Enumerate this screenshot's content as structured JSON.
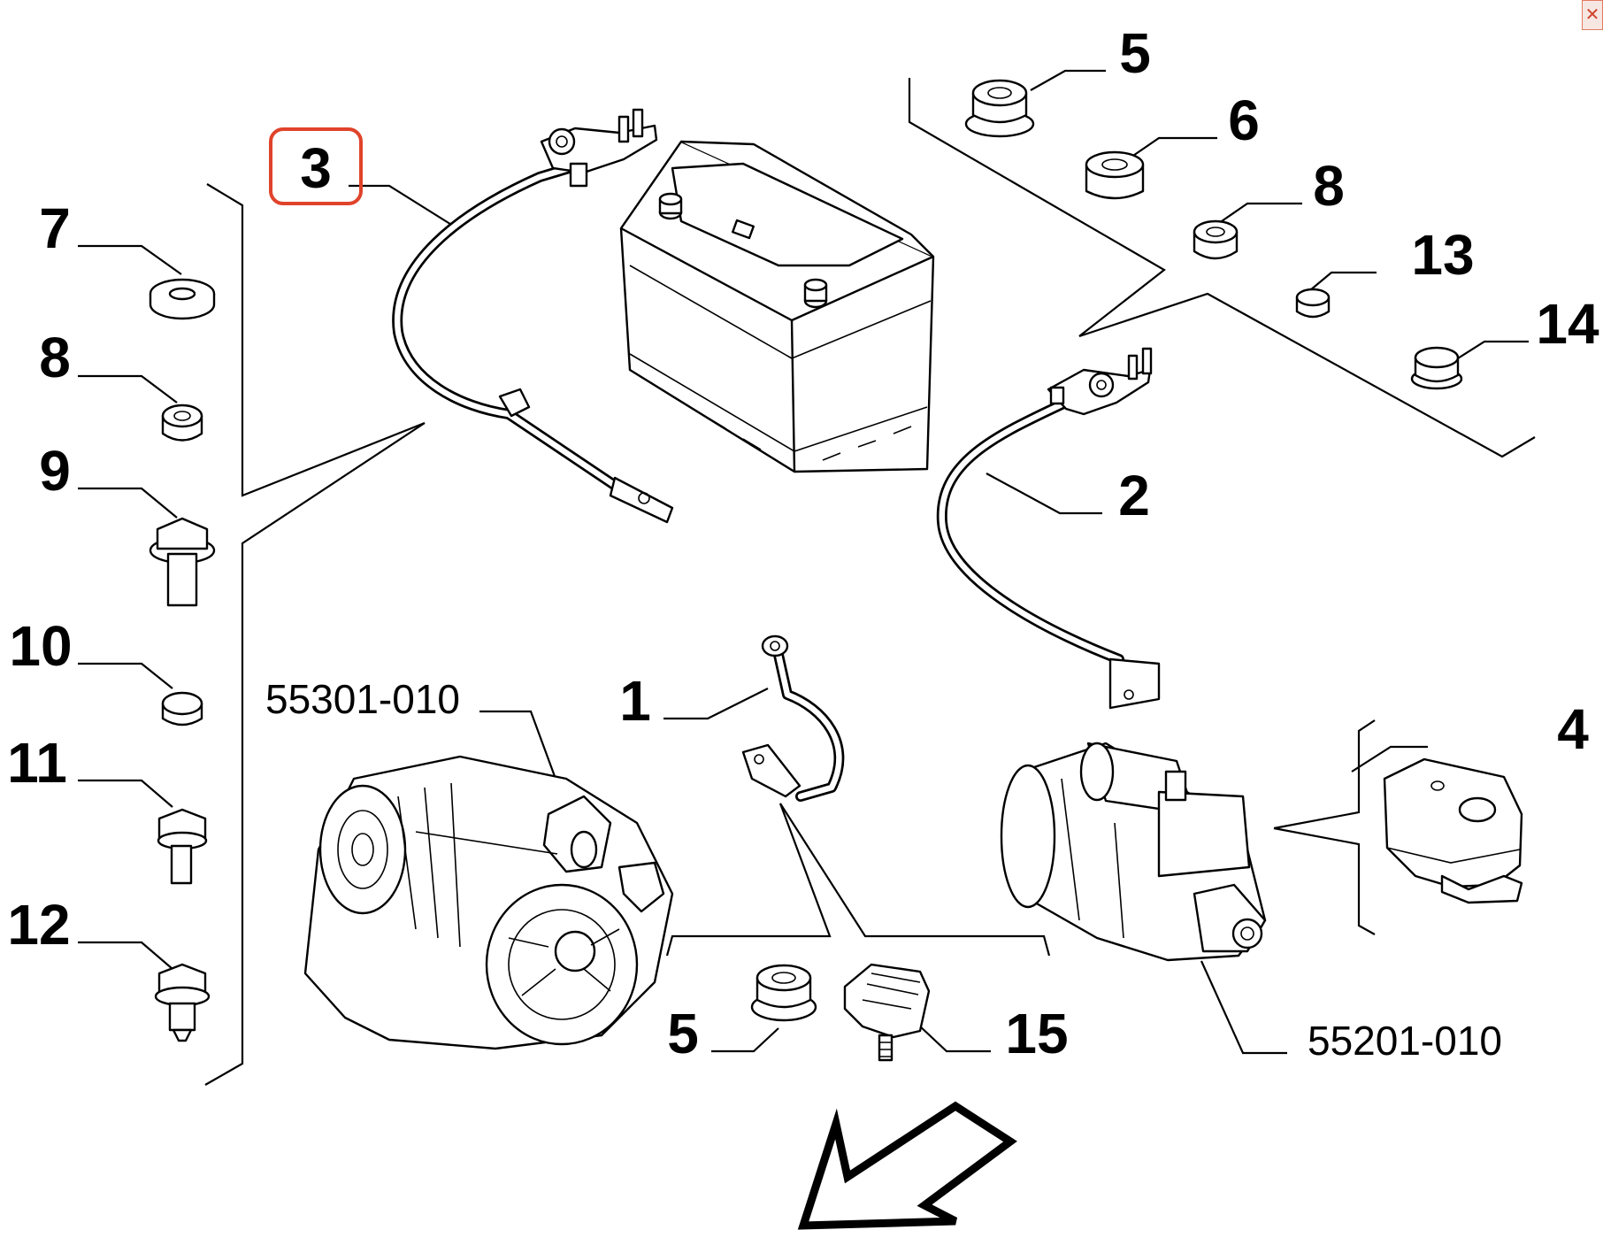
{
  "diagram": {
    "highlight_color": "#e0432b",
    "callouts": [
      {
        "id": "3",
        "text": "3",
        "highlighted": true
      },
      {
        "id": "7",
        "text": "7"
      },
      {
        "id": "8a",
        "text": "8"
      },
      {
        "id": "9",
        "text": "9"
      },
      {
        "id": "10",
        "text": "10"
      },
      {
        "id": "11",
        "text": "11"
      },
      {
        "id": "12",
        "text": "12"
      },
      {
        "id": "5a",
        "text": "5"
      },
      {
        "id": "6",
        "text": "6"
      },
      {
        "id": "8b",
        "text": "8"
      },
      {
        "id": "13",
        "text": "13"
      },
      {
        "id": "14",
        "text": "14"
      },
      {
        "id": "2",
        "text": "2"
      },
      {
        "id": "4",
        "text": "4"
      },
      {
        "id": "1",
        "text": "1"
      },
      {
        "id": "5b",
        "text": "5"
      },
      {
        "id": "15",
        "text": "15"
      },
      {
        "id": "alt",
        "text": "55301-010"
      },
      {
        "id": "start",
        "text": "55201-010"
      }
    ],
    "icons": [
      "close-icon",
      "direction-arrow-icon"
    ]
  },
  "close_button": {
    "label": "✕",
    "icon": "close-icon"
  }
}
